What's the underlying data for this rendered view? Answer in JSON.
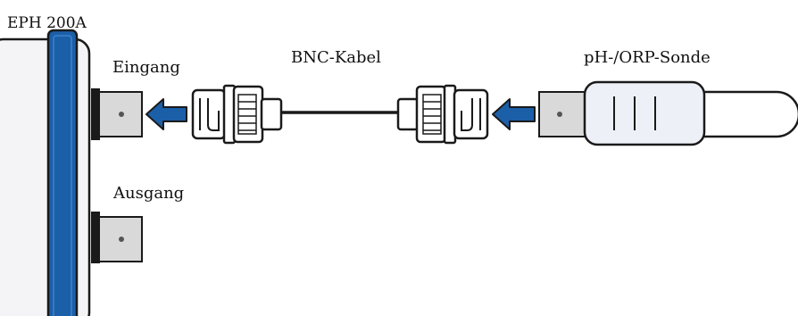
{
  "labels": {
    "device": "EPH 200A",
    "input": "Eingang",
    "output": "Ausgang",
    "cable": "BNC-Kabel",
    "probe": "pH-/ORP-Sonde"
  },
  "colors": {
    "accent_blue": "#1B5FA8",
    "outline": "#1a1a1a",
    "device_body": "#F4F4F6",
    "socket_gray": "#D9D9D9",
    "connector_fill": "#FFFFFF",
    "probe_fill": "#EEF0F7"
  },
  "icons": {
    "flow_arrow": "arrow-left-icon",
    "socket_pin": "dot-icon"
  }
}
